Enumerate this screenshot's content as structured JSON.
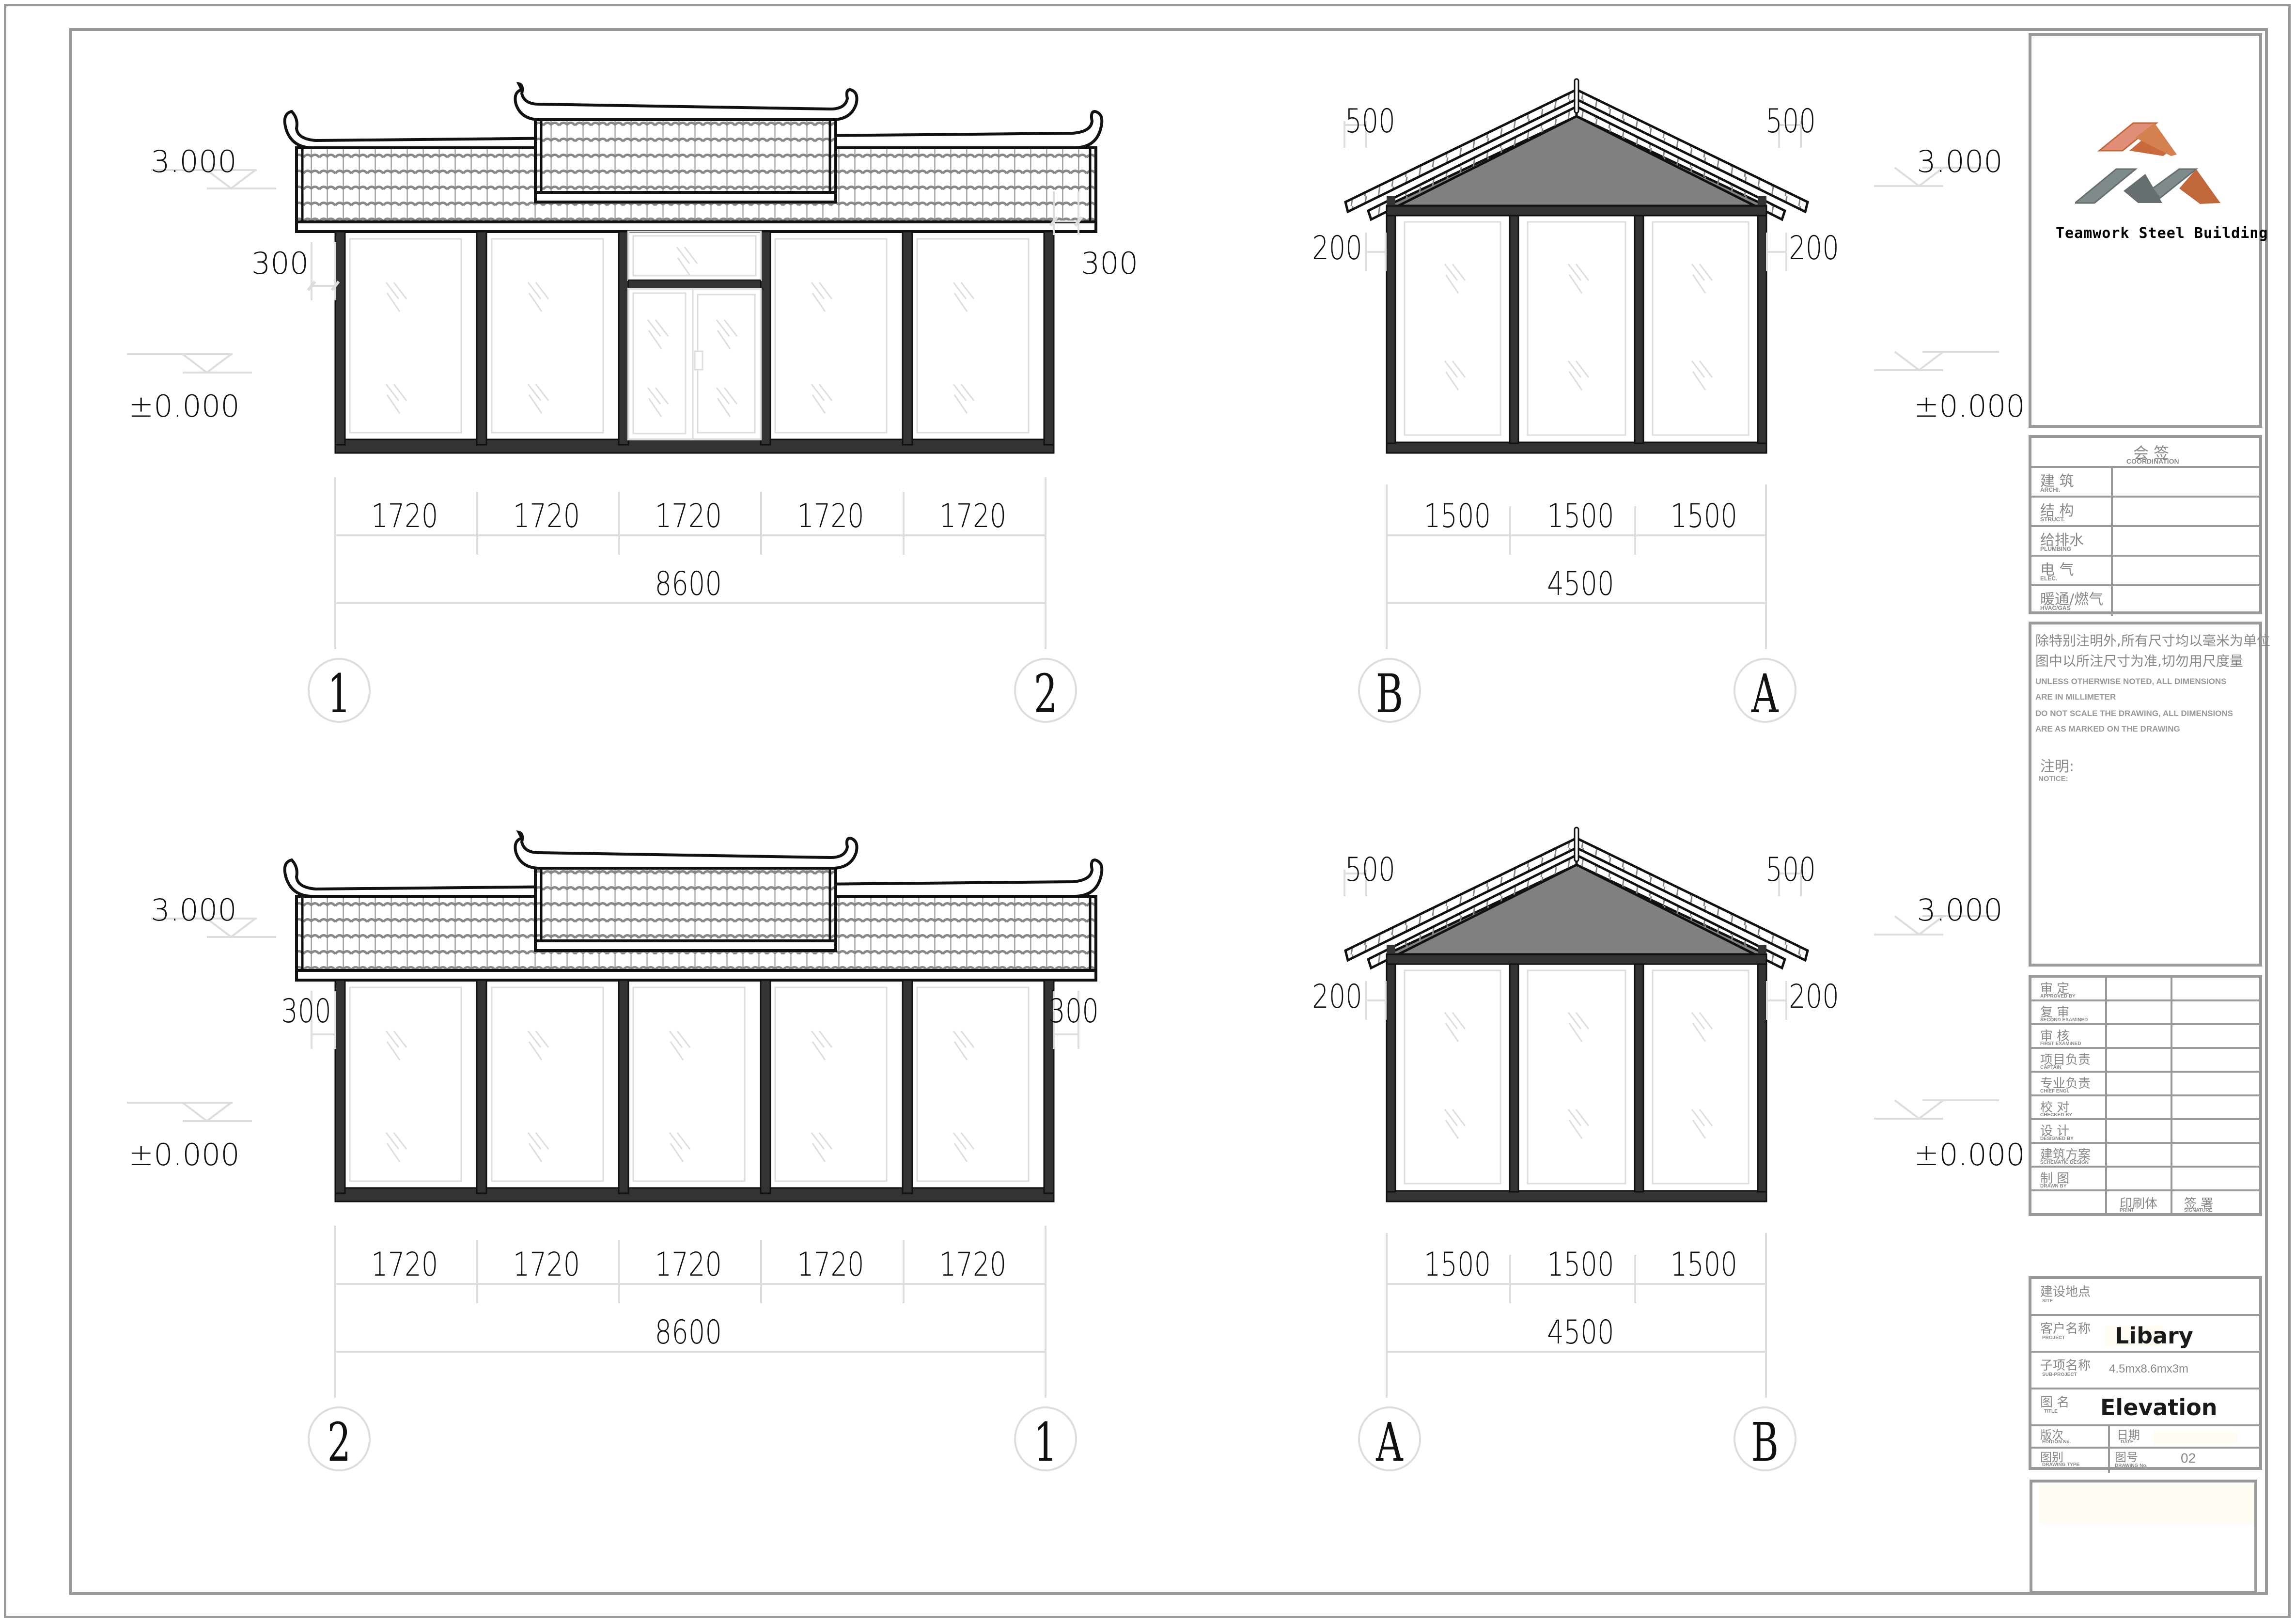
{
  "drawing": {
    "title": "Elevation",
    "elevations": [
      {
        "id": "front-elevation-1-2",
        "level_top": "3.000",
        "level_bottom": "±0.000",
        "side_dim_left": "300",
        "side_dim_right": "300",
        "bay_dims": [
          "1720",
          "1720",
          "1720",
          "1720",
          "1720"
        ],
        "overall_dim": "8600",
        "axis_left": "1",
        "axis_right": "2",
        "has_door": true
      },
      {
        "id": "side-elevation-b-a",
        "level_top": "3.000",
        "level_bottom": "±0.000",
        "overhang_left": "500",
        "overhang_right": "500",
        "side_dim_left": "200",
        "side_dim_right": "200",
        "bay_dims": [
          "1500",
          "1500",
          "1500"
        ],
        "overall_dim": "4500",
        "axis_left": "B",
        "axis_right": "A"
      },
      {
        "id": "rear-elevation-2-1",
        "level_top": "3.000",
        "level_bottom": "±0.000",
        "side_dim_left": "300",
        "side_dim_right": "300",
        "bay_dims": [
          "1720",
          "1720",
          "1720",
          "1720",
          "1720"
        ],
        "overall_dim": "8600",
        "axis_left": "2",
        "axis_right": "1",
        "has_door": false
      },
      {
        "id": "side-elevation-a-b",
        "level_top": "3.000",
        "level_bottom": "±0.000",
        "overhang_left": "500",
        "overhang_right": "500",
        "side_dim_left": "200",
        "side_dim_right": "200",
        "bay_dims": [
          "1500",
          "1500",
          "1500"
        ],
        "overall_dim": "4500",
        "axis_left": "A",
        "axis_right": "B"
      }
    ]
  },
  "colors": {
    "frame": "#999999",
    "wall": "#333333",
    "tile": "#888888",
    "gable_fill": "#808080",
    "glass_line": "#dddddd",
    "dim_line": "#dddddd",
    "logo_orange": "#d4804f",
    "logo_orange_light": "#e08e77",
    "logo_orange_dark": "#c0683a",
    "logo_gray": "#7f8a8b",
    "logo_gray_dark": "#666e6f",
    "cream": "#fffdf3"
  },
  "title_block": {
    "logo": {
      "name": "Teamwork Steel Building",
      "icon": "steel-roof-logo-icon"
    },
    "coordination": {
      "header_cn": "会 签",
      "header_en": "COORDINATION",
      "rows": [
        {
          "cn": "建 筑",
          "en": "ARCHI."
        },
        {
          "cn": "结 构",
          "en": "STRUCT."
        },
        {
          "cn": "给排水",
          "en": "PLUMBING"
        },
        {
          "cn": "电 气",
          "en": "ELEC."
        },
        {
          "cn": "暖通/燃气",
          "en": "HVAC/GAS"
        }
      ]
    },
    "notes": {
      "cn_line1": "除特别注明外,所有尺寸均以毫米为单位",
      "cn_line2": "图中以所注尺寸为准,切勿用尺度量",
      "en_lines": [
        "UNLESS OTHERWISE NOTED, ALL DIMENSIONS",
        "ARE IN MILLIMETER",
        "DO NOT SCALE THE DRAWING, ALL DIMENSIONS",
        "ARE AS MARKED ON THE DRAWING"
      ],
      "notice_cn": "注明:",
      "notice_en": "NOTICE:"
    },
    "signoff": {
      "rows": [
        {
          "cn": "审 定",
          "en": "APPROVED  BY"
        },
        {
          "cn": "复 审",
          "en": "SECOND EXAMINED"
        },
        {
          "cn": "审 核",
          "en": "FIRST EXAMINED"
        },
        {
          "cn": "项目负责",
          "en": "CAPTAIN"
        },
        {
          "cn": "专业负责",
          "en": "CHIEF  ENGI."
        },
        {
          "cn": "校 对",
          "en": "CHECKED  BY"
        },
        {
          "cn": "设 计",
          "en": "DESIGNED  BY"
        },
        {
          "cn": "建筑方案",
          "en": "SCHEMATIC  DESIGN"
        },
        {
          "cn": "制 图",
          "en": "DRAWN  BY"
        }
      ],
      "print_cn": "印刷体",
      "print_en": "PRINT",
      "signature_cn": "签 署",
      "signature_en": "SIGNATURE"
    },
    "project": {
      "site_cn": "建设地点",
      "site_en": "SITE",
      "site_value": "",
      "project_cn": "客户名称",
      "project_en": "PROJECT",
      "project_value": "Libary",
      "subproject_cn": "子项名称",
      "subproject_en": "SUB-PROJECT",
      "subproject_value": "4.5mx8.6mx3m",
      "title_cn": "图 名",
      "title_en": "TITLE",
      "title_value": "Elevation",
      "edition_cn": "版次",
      "edition_en": "EDITION No.",
      "date_cn": "日期",
      "date_en": "DATE",
      "type_cn": "图别",
      "type_en": "DRAWING TYPE",
      "number_cn": "图号",
      "number_en": "DRAWING No.",
      "number_value": "02"
    }
  }
}
